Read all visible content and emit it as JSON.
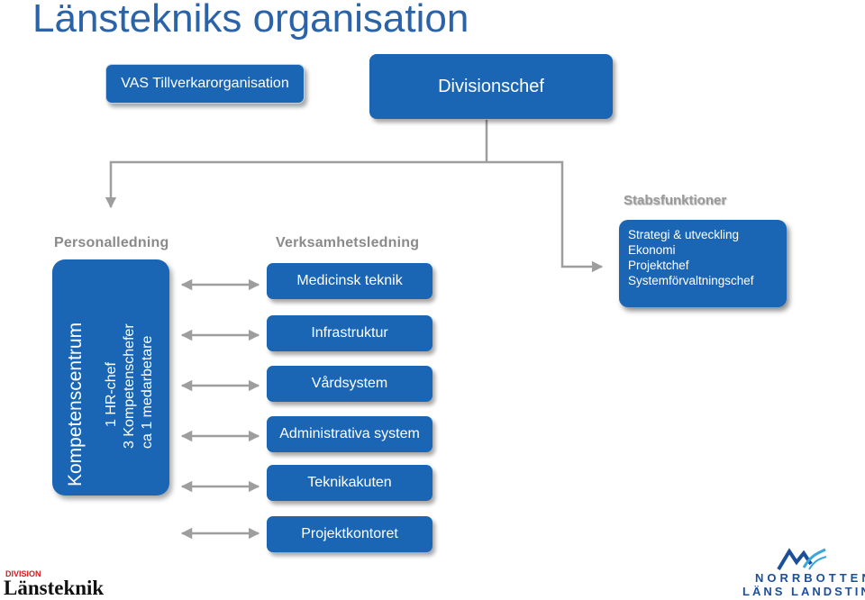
{
  "title": "Länstekniks organisation",
  "top": {
    "vas": "VAS Tillverkarorganisation",
    "divisionschef": "Divisionschef"
  },
  "headings": {
    "personalledning": "Personalledning",
    "verksamhetsledning": "Verksamhetsledning",
    "stabsfunktioner": "Stabsfunktioner"
  },
  "stabs": {
    "items": [
      "Strategi & utveckling",
      "Ekonomi",
      "Projektchef",
      "Systemförvaltningschef"
    ]
  },
  "kompetens": {
    "title": "Kompetenscentrum",
    "lines": [
      "1 HR-chef",
      "3 Kompetenschefer",
      "ca 1 medarbetare"
    ]
  },
  "units": [
    "Medicinsk teknik",
    "Infrastruktur",
    "Vårdsystem",
    "Administrativa system",
    "Teknikakuten",
    "Projektkontoret"
  ],
  "footer": {
    "division": "DIVISION",
    "lanstekniks": "Länsteknik",
    "nll_line1": "NORRBOTTENS",
    "nll_line2": "LÄNS LANDSTING"
  },
  "colors": {
    "box": "#1a66b5",
    "title": "#2a63a8",
    "connector": "#9e9e9e"
  }
}
